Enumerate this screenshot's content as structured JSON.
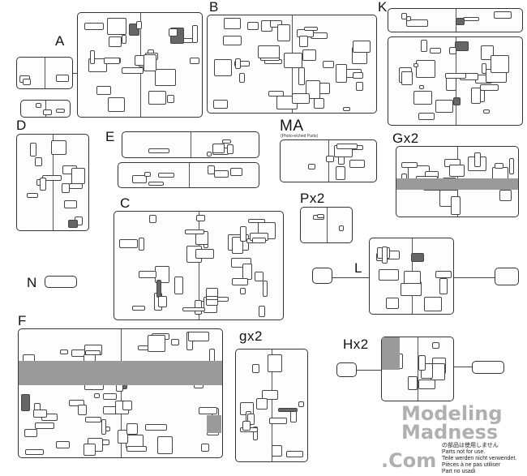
{
  "sprues": {
    "A": "A",
    "B": "B",
    "K": "K",
    "D": "D",
    "E": "E",
    "MA": "MA",
    "MA_sub": "(Photo-etched Parts)",
    "G": "Gx2",
    "C": "C",
    "P": "Px2",
    "L": "L",
    "N": "N",
    "F": "F",
    "g": "gx2",
    "H": "Hx2"
  },
  "watermark": {
    "line1": "Modeling",
    "line2": "Madness",
    "line3": ".Com"
  },
  "notes": [
    "の部品は使用しません",
    "Parts not for use.",
    "Teile werden nicht verwendet.",
    "Pièces à ne pas utiliser",
    "Part no usadi"
  ]
}
